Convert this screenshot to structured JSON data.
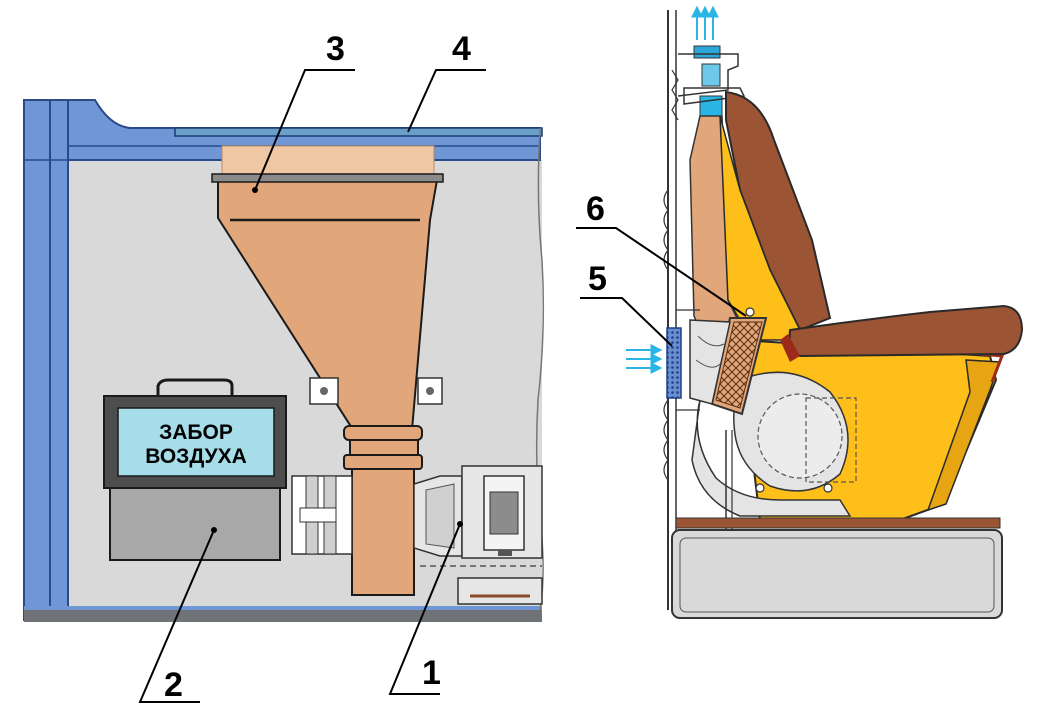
{
  "sign": {
    "line1": "ЗАБОР",
    "line2": "ВОЗДУХА"
  },
  "callouts": [
    "1",
    "2",
    "3",
    "4",
    "5",
    "6"
  ],
  "colors": {
    "duct": "#e1a77a",
    "wall_blue": "#6f97d6",
    "panel_gray": "#d9d9d9",
    "sign_cyan": "#a6dde9",
    "seat_yellow": "#ffbf1a",
    "seat_brown": "#9b5434",
    "airflow": "#29b6e6"
  }
}
